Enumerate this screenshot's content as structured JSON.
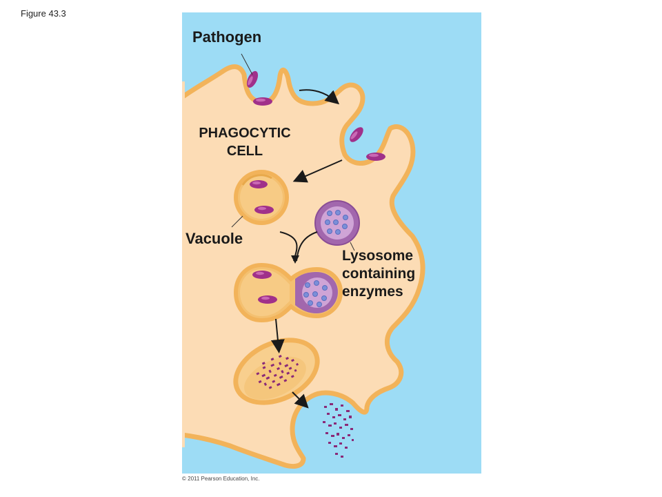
{
  "figure_label": "Figure 43.3",
  "copyright": "© 2011 Pearson Education, Inc.",
  "labels": {
    "pathogen": "Pathogen",
    "cell_line1": "PHAGOCYTIC",
    "cell_line2": "CELL",
    "vacuole": "Vacuole",
    "lysosome_line1": "Lysosome",
    "lysosome_line2": "containing",
    "lysosome_line3": "enzymes"
  },
  "colors": {
    "background": "#9ddcf5",
    "cytoplasm": "#fcdcb5",
    "membrane": "#f2b35a",
    "pathogen": "#a0308a",
    "lysosome": "#a267ad",
    "enzyme": "#7b8fd8",
    "debris": "#8a2a78"
  }
}
